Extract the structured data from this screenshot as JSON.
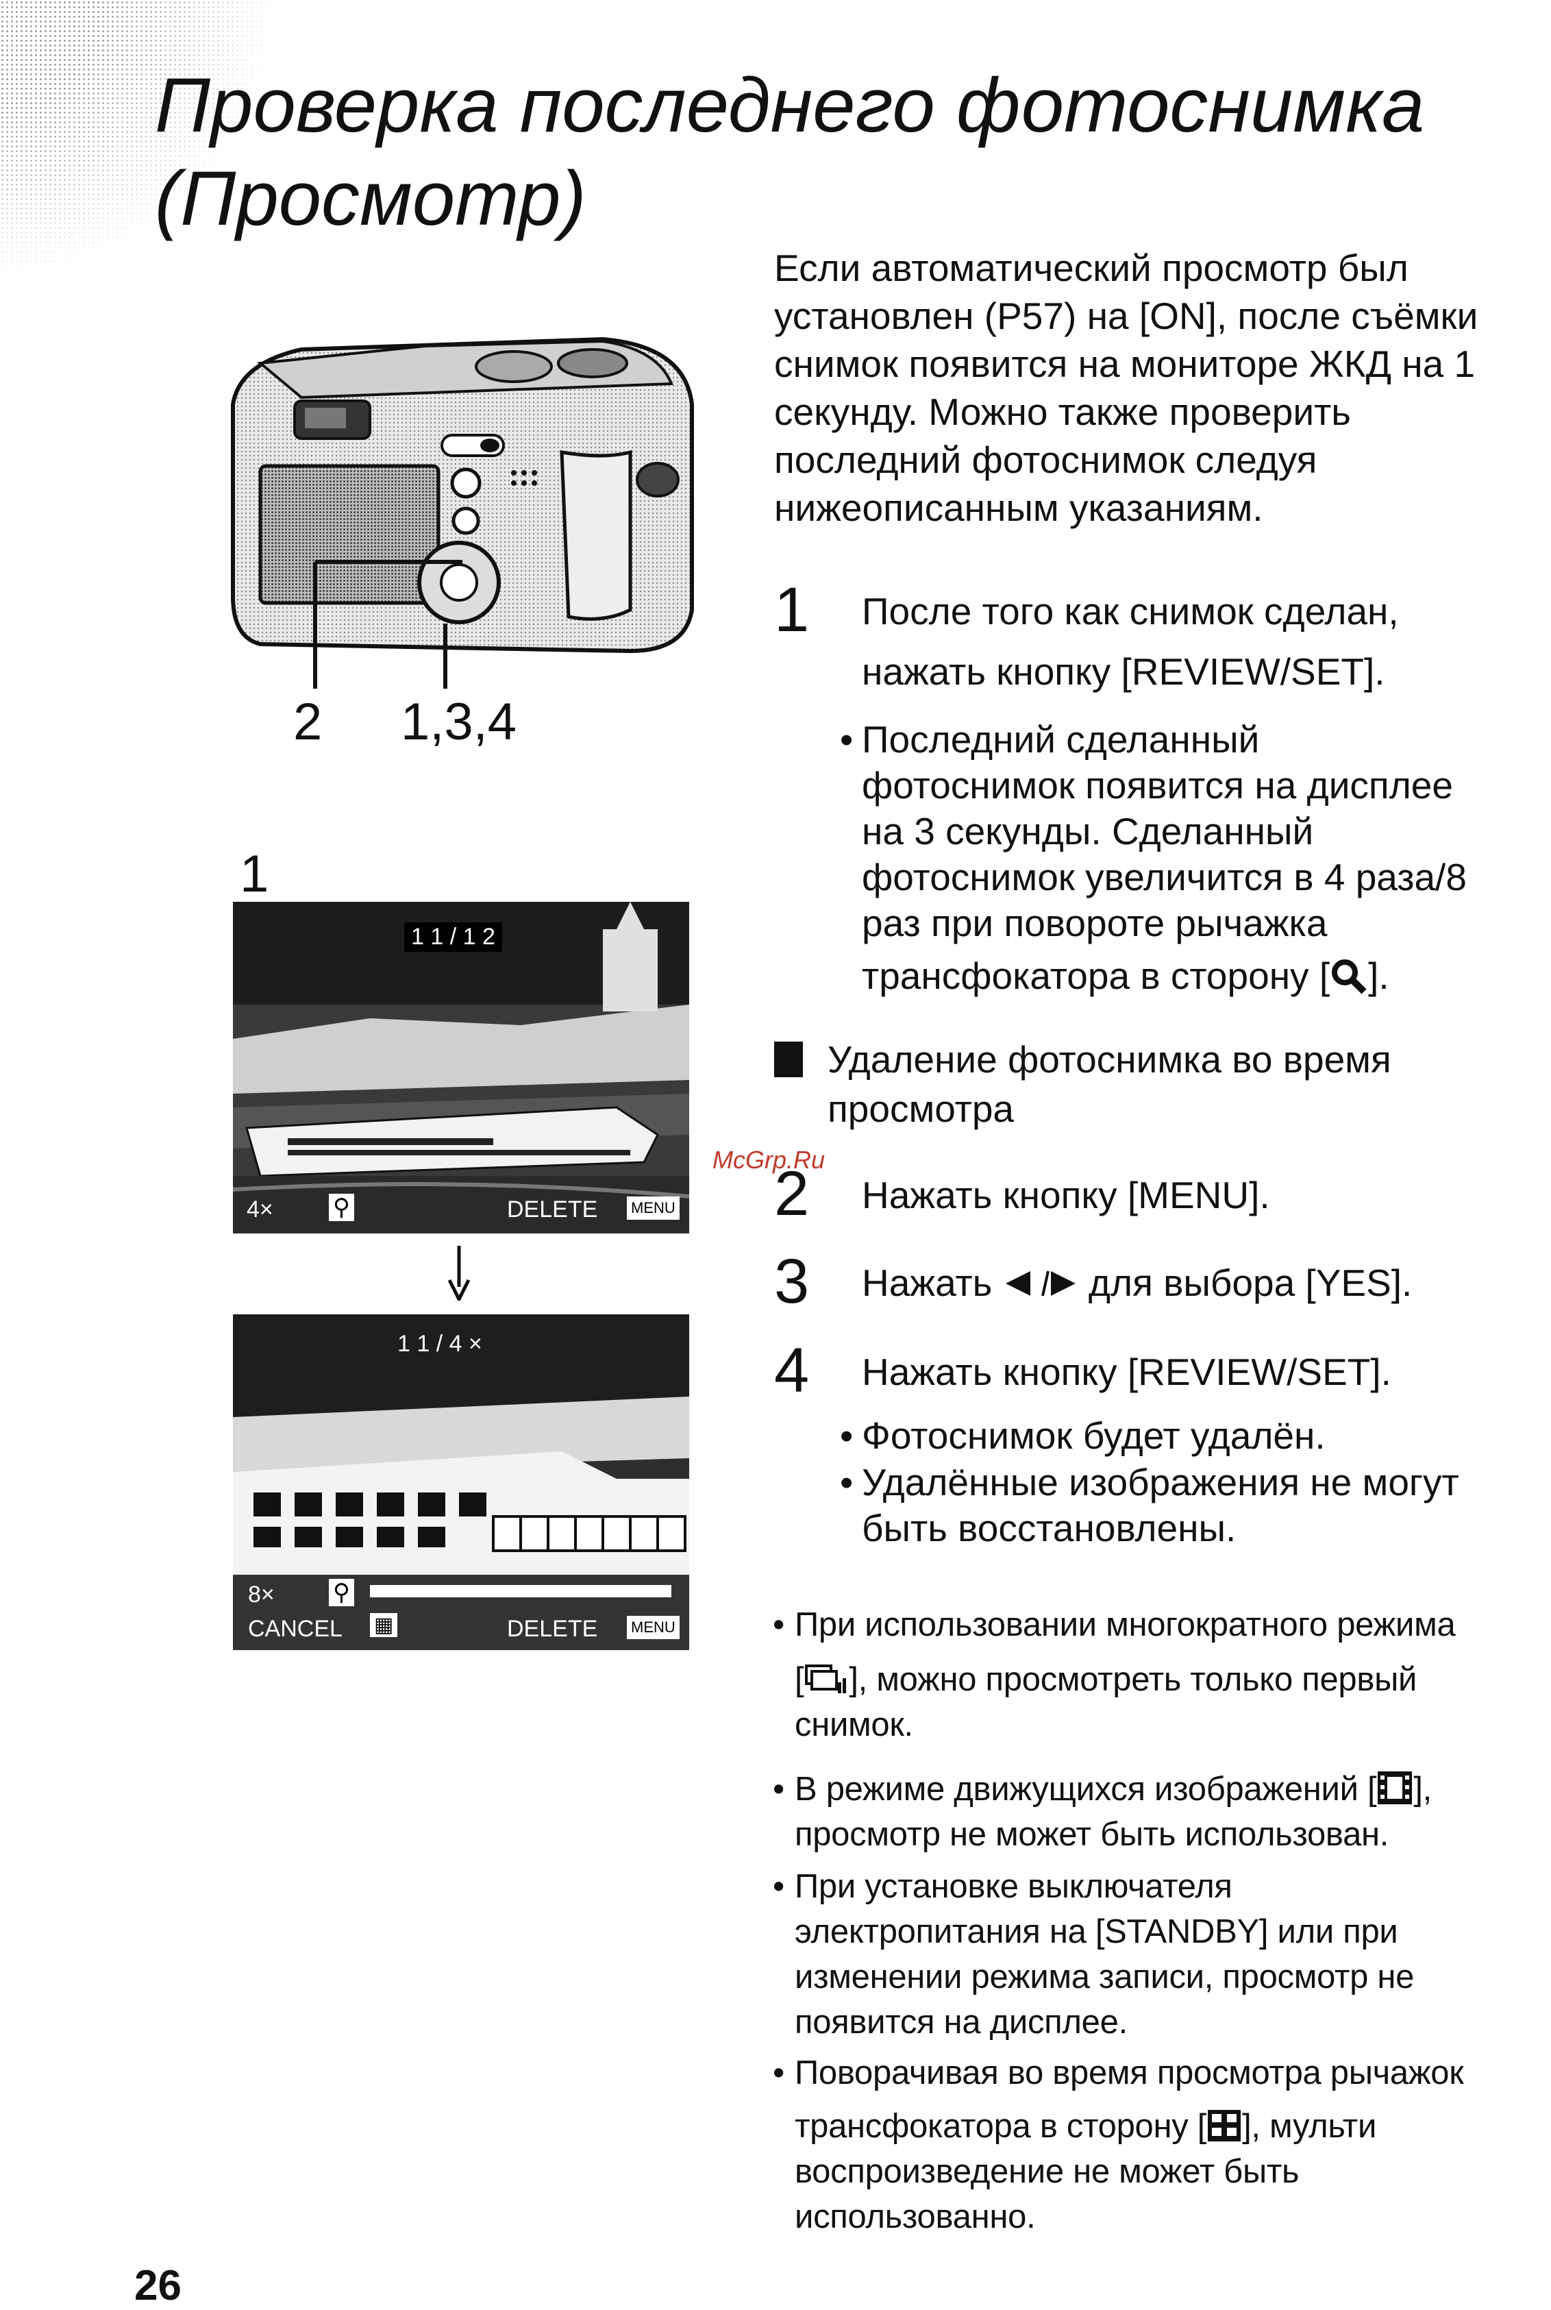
{
  "title": {
    "line1": "Проверка последнего фотоснимка",
    "line2": "(Просмотр)"
  },
  "intro": "Если автоматический просмотр был установлен (P57) на [ON], после съёмки снимок появится на мониторе ЖКД на 1 секунду. Можно также проверить последний фотоснимок следуя нижеописанным указаниям.",
  "steps": [
    {
      "num": "1",
      "text1": "После того как снимок сделан,",
      "text2": "нажать кнопку [REVIEW/SET]."
    },
    {
      "num": "2",
      "text": "Нажать кнопку [MENU]."
    },
    {
      "num": "3",
      "text_pre": "Нажать",
      "text_post": "для выбора [YES]."
    },
    {
      "num": "4",
      "text": "Нажать кнопку [REVIEW/SET]."
    }
  ],
  "step1_bullet": {
    "l1": "Последний сделанный",
    "l2": "фотоснимок появится на дисплее",
    "l3": "на 3 секунды. Сделанный",
    "l4": "фотоснимок увеличится в 4 раза/8",
    "l5": "раз при повороте рычажка",
    "l6a": "трансфокатора в сторону [",
    "l6b": "]."
  },
  "delete_heading": {
    "l1": "Удаление фотоснимка во время",
    "l2": "просмотра"
  },
  "step4_bullets": {
    "b1": "Фотоснимок будет удалён.",
    "b2a": "Удалённые изображения не могут",
    "b2b": "быть восстановлены."
  },
  "notes": {
    "n1a": "При использовании многократного режима",
    "n1b": "], можно просмотреть только первый",
    "n1c": "снимок.",
    "n2a": "В режиме движущихся изображений [",
    "n2b": "],",
    "n2c": "просмотр не может быть использован.",
    "n3a": "При установке выключателя",
    "n3b": "электропитания на [STANDBY] или при",
    "n3c": "изменении режима записи, просмотр не",
    "n3d": "появится на дисплее.",
    "n4a": "Поворачивая во время просмотра рычажок",
    "n4b": "трансфокатора в сторону [",
    "n4c": "], мульти",
    "n4d": "воспроизведение не может быть",
    "n4e": "использованно."
  },
  "figure": {
    "callout_left": "2",
    "callout_right": "1,3,4",
    "screen1_label": "1",
    "screen1": {
      "zoom": "4×",
      "delete": "DELETE",
      "menu": "MENU",
      "info": "1 1 / 1 2"
    },
    "screen2": {
      "zoom": "8×",
      "cancel": "CANCEL",
      "delete": "DELETE",
      "menu": "MENU",
      "info": "1 1 / 4 ×"
    }
  },
  "watermark": "McGrp.Ru",
  "page_number": "26",
  "colors": {
    "text": "#111111",
    "watermark": "#c0392b"
  }
}
